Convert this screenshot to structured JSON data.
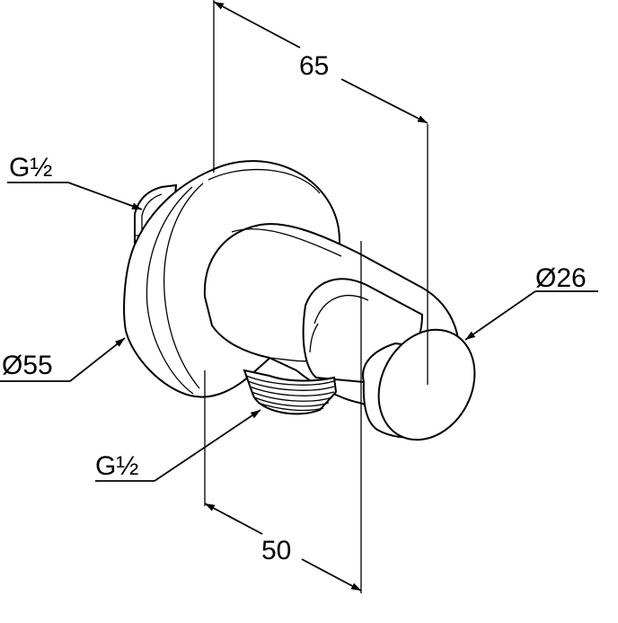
{
  "diagram": {
    "labels": {
      "dim_65": "65",
      "dim_50": "50",
      "dia_26": "Ø26",
      "dia_55": "Ø55",
      "thread_top": "G½",
      "thread_bottom": "G½"
    },
    "colors": {
      "line": "#000000",
      "background": "#ffffff"
    }
  }
}
